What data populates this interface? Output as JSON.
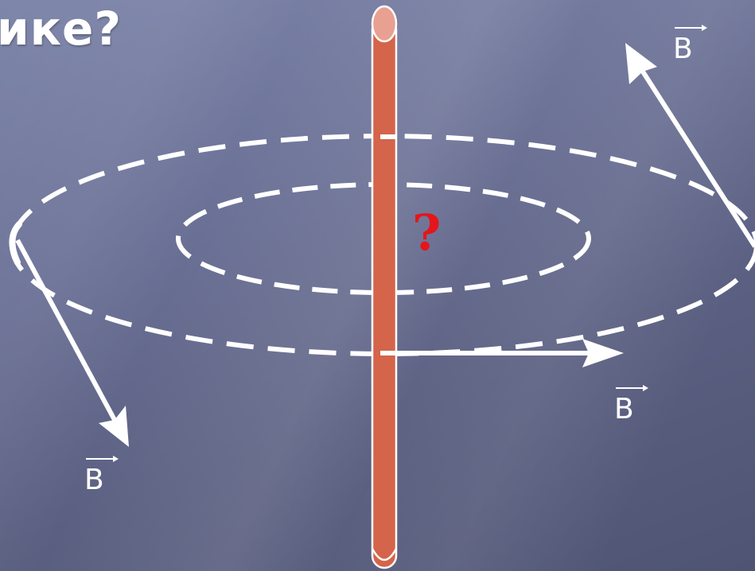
{
  "slide": {
    "title": "ике?",
    "question_mark": "?",
    "vector_labels": {
      "top_right": "B",
      "right": "B",
      "bottom_left": "B"
    }
  },
  "colors": {
    "wire": "#d4644a",
    "wire_top": "#e8a090",
    "field_lines": "#ffffff",
    "question": "#e4161b",
    "title": "#ffffff"
  }
}
